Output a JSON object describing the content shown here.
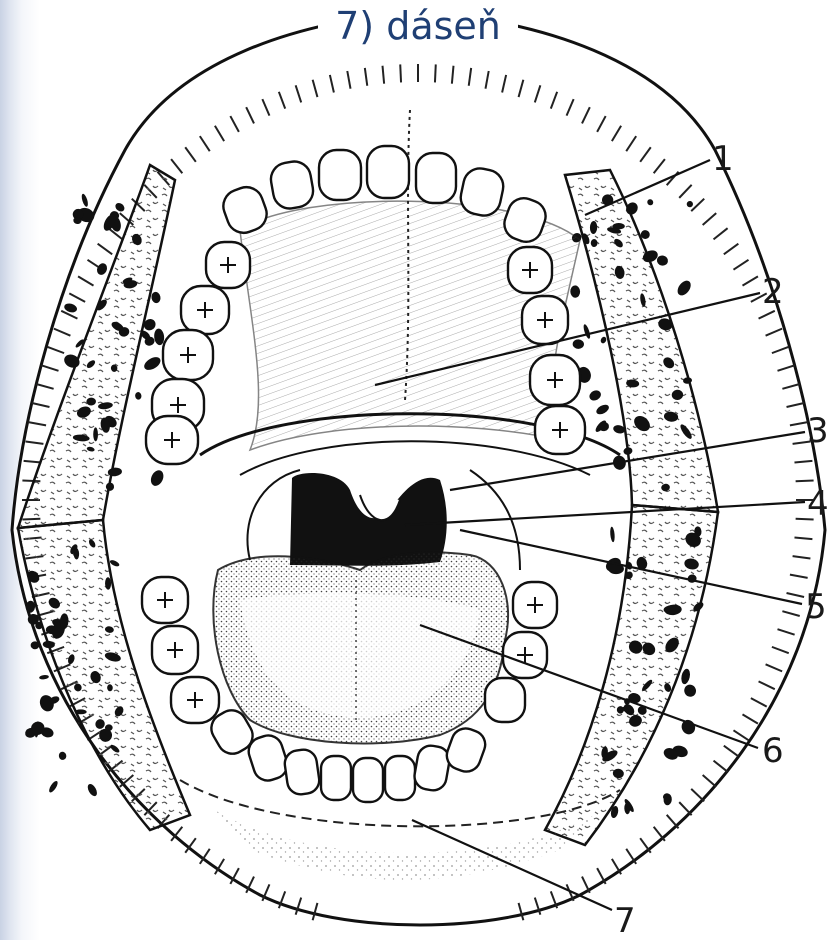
{
  "title": "7) dáseň",
  "figure": {
    "callouts": [
      "1",
      "2",
      "3",
      "4",
      "5",
      "6",
      "7"
    ]
  }
}
